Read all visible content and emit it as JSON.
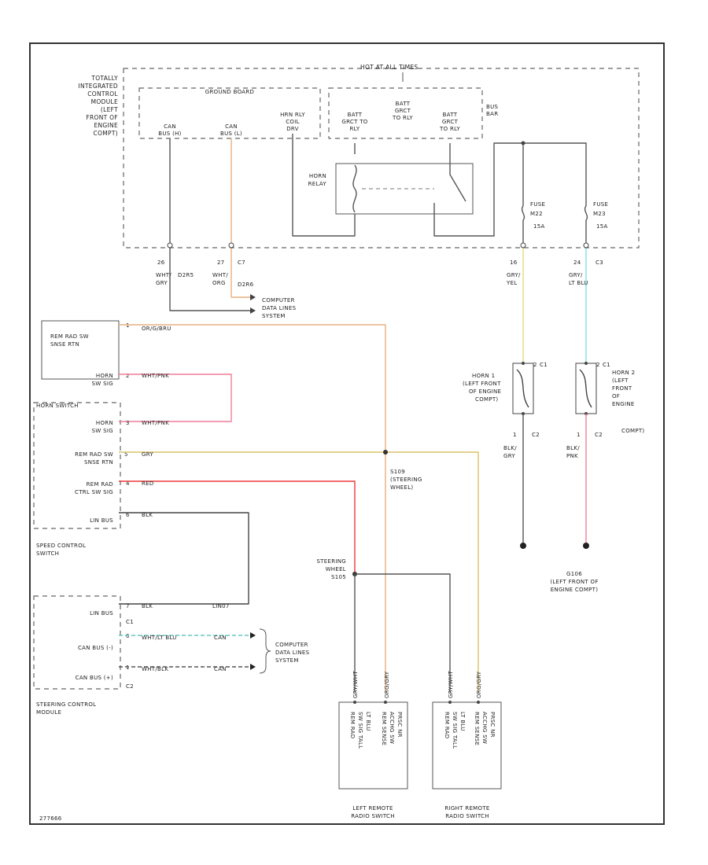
{
  "colors": {
    "orange": "#e6b17d",
    "pink": "#ef7f99",
    "yellow": "#e2dd79",
    "red": "#ee3a3a",
    "black": "#444444",
    "cyan": "#7fe0e0",
    "gray": "#888888"
  },
  "labels": {
    "hot_at_all_times": "HOT AT ALL TIMES",
    "tipm": [
      "TOTALLY",
      "INTEGRATED",
      "CONTROL",
      "MODULE",
      "(LEFT",
      "FRONT OF",
      "ENGINE",
      "COMPT)"
    ],
    "ground_board": "GROUND BOARD",
    "can_bus_h": [
      "CAN",
      "BUS (H)"
    ],
    "can_bus_l": [
      "CAN",
      "BUS (L)"
    ],
    "horn_rly_coil": [
      "HRN RLY",
      "COIL",
      "DRV"
    ],
    "batt_fdr_1": [
      "BATT",
      "GRCT TO",
      "RLY"
    ],
    "batt_fdr_2": [
      "BATT",
      "GRCT",
      "TO RLY"
    ],
    "batt_fdr_3": [
      "BATT",
      "GRCT",
      "TO RLY"
    ],
    "bus_bar": [
      "BUS",
      "BAR"
    ],
    "horn_relay": [
      "HORN",
      "RELAY"
    ],
    "fuse1": [
      "FUSE",
      "M22",
      "15A"
    ],
    "fuse2": [
      "FUSE",
      "M23",
      "15A"
    ],
    "pin_26": "26",
    "pin_27": "27",
    "conn_c7": "C7",
    "wire_26": [
      "WHT/",
      "GRY"
    ],
    "wire_26_code": "D2R5",
    "wire_27": [
      "WHT/",
      "ORG"
    ],
    "wire_27_code": "D2R6",
    "pin_16": "16",
    "pin_24": "24",
    "conn_c3": "C3",
    "wire_16": [
      "GRY/",
      "YEL"
    ],
    "wire_24": [
      "GRY/",
      "LT BLU"
    ],
    "computer_data_lines_1": [
      "COMPUTER",
      "DATA LINES",
      "SYSTEM"
    ],
    "rem_rad_sw_sense_1": [
      "REM RAD SW",
      "SNSE RTN"
    ],
    "pin_1_top": "1",
    "wire_org_bru": "OR/G/BRU",
    "horn_sw_sig_1": [
      "HORN",
      "SW SIG"
    ],
    "pin_2_a": "2",
    "wire_wht_pnk_1": "WHT/PNK",
    "horn_switch": "HORN SWITCH",
    "horn_sw_sig_2": [
      "HORN",
      "SW SIG"
    ],
    "pin_3_a": "3",
    "wire_wht_pnk_2": "WHT/PNK",
    "rem_rad_sw_sense_2": [
      "REM RAD SW",
      "SNSE RTN"
    ],
    "pin_5": "5",
    "wire_gry": "GRY",
    "rem_rad_ctrl": [
      "REM RAD",
      "CTRL SW SIG"
    ],
    "pin_4": "4",
    "wire_red": "RED",
    "lin_bus_1": "LIN BUS",
    "pin_6": "6",
    "wire_blk_1": "BLK",
    "speed_control_switch": [
      "SPEED CONTROL",
      "SWITCH"
    ],
    "s109": [
      "S109",
      "(STEERING",
      "WHEEL)"
    ],
    "steering_wheel_s105": [
      "STEERING",
      "WHEEL",
      "S105"
    ],
    "horn1": [
      "HORN 1",
      "(LEFT FRONT",
      "OF ENGINE",
      "COMPT)"
    ],
    "horn2": [
      "HORN 2",
      "(LEFT",
      "FRONT",
      "OF",
      "ENGINE",
      "COMPT)"
    ],
    "pin_1_h1": "1",
    "pin_1_h2": "1",
    "pin_2_h1": "2",
    "pin_2_h2": "2",
    "conn_c2_h1": "C2",
    "conn_c2_h2": "C2",
    "conn_c1_h1": "C1",
    "conn_c1_h2": "C1",
    "wire_h1": [
      "BLK/",
      "GRY"
    ],
    "wire_h2": [
      "BLK/",
      "PNK"
    ],
    "g106": [
      "G106",
      "(LEFT FRONT OF",
      "ENGINE COMPT)"
    ],
    "lin_bus_2": "LIN BUS",
    "pin_7": "7",
    "wire_blk_2": "BLK",
    "wire_lin_code": "LIN07",
    "conn_c1": "C1",
    "can_bus_l_scm": "CAN BUS (-)",
    "pin_6b": "6",
    "wire_wht_lt_blu": "WHT/LT BLU",
    "can_code_1": "CAN",
    "can_bus_h_scm": "CAN BUS (+)",
    "pin_1b": "1",
    "wire_wht_blk": "WHT/BLK",
    "can_code_2": "CAN",
    "conn_c2": "C2",
    "computer_data_lines_2": [
      "COMPUTER",
      "DATA LINES",
      "SYSTEM"
    ],
    "steering_control_module": [
      "STEERING CONTROL",
      "MODULE"
    ],
    "wire_gry_wht_1": "GRY/WHT",
    "wire_org_gry_1": "ORG/GRY",
    "wire_gry_wht_2": "GRY/WHT",
    "wire_org_gry_2": "ORG/GRY",
    "lrs_text_a": [
      "REM RAD",
      "SW SIG TALL",
      "LT BLU"
    ],
    "lrs_text_b": [
      "REM SENSE",
      "ACCHG SW",
      "PRSC NR"
    ],
    "rrs_text_a": [
      "REM RAD",
      "SW SIG TALL",
      "LT BLU"
    ],
    "rrs_text_b": [
      "REM SENSE",
      "ACCHG SW",
      "PRSC NR"
    ],
    "left_remote": [
      "LEFT REMOTE",
      "RADIO SWITCH"
    ],
    "right_remote": [
      "RIGHT REMOTE",
      "RADIO SWITCH"
    ],
    "figure_id": "277666"
  }
}
